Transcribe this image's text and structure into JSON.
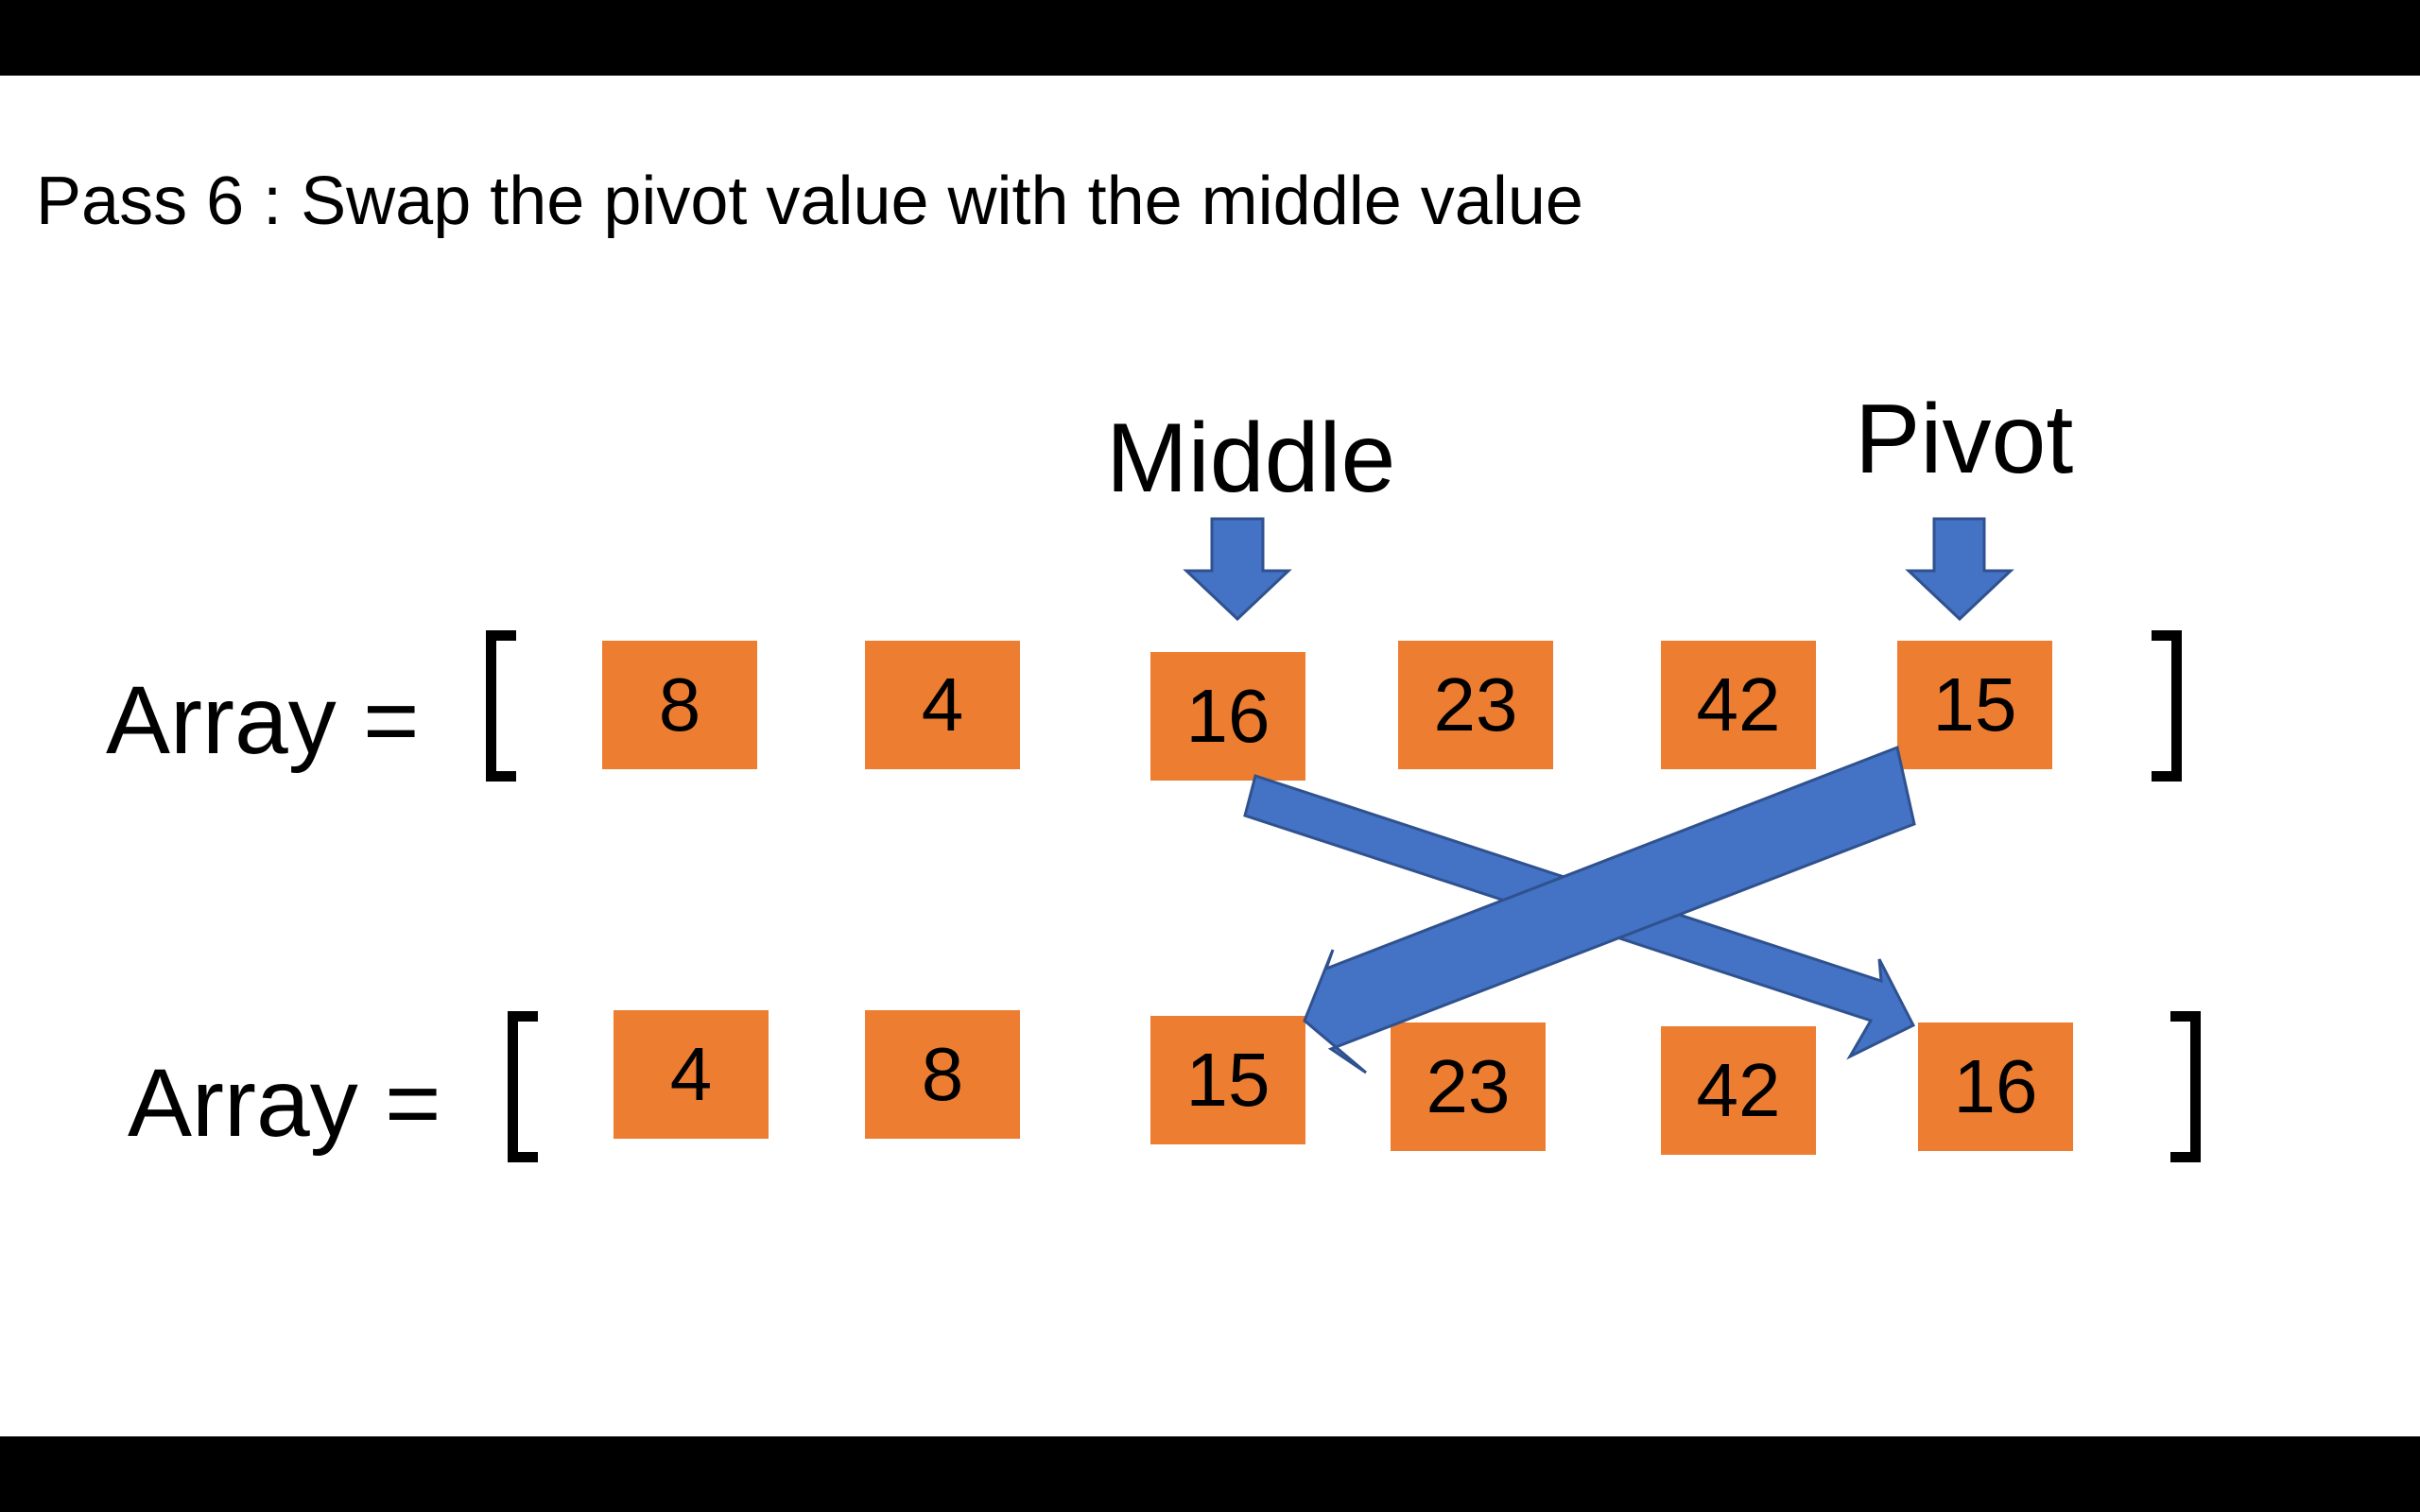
{
  "title": "Pass 6 : Swap the pivot value with the middle value",
  "pointers": {
    "middle": "Middle",
    "pivot": "Pivot"
  },
  "array_label": "Array =",
  "before": [
    "8",
    "4",
    "16",
    "23",
    "42",
    "15"
  ],
  "after": [
    "4",
    "8",
    "15",
    "23",
    "42",
    "16"
  ],
  "colors": {
    "cell": "#ed7d31",
    "arrow": "#4472c4",
    "arrow_outline": "#2f528f"
  }
}
